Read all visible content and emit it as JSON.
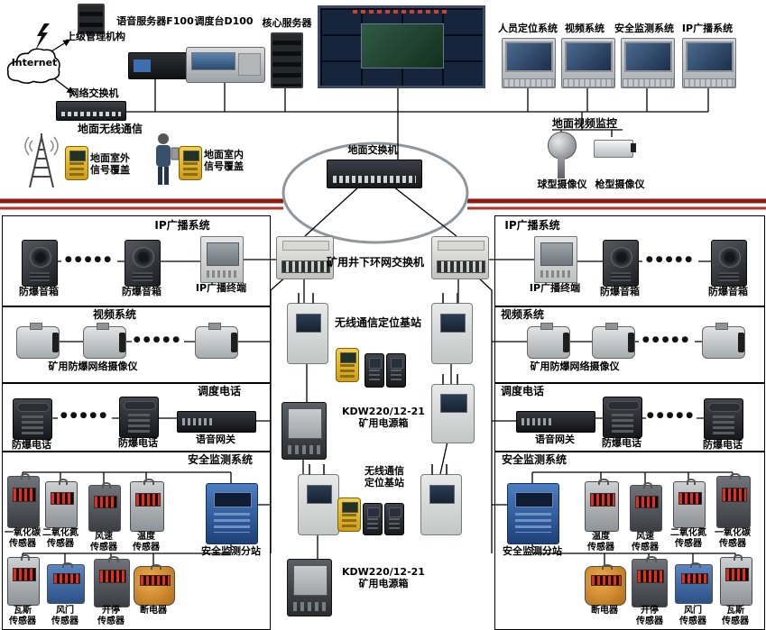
{
  "dots": "●●●●●",
  "top": {
    "internet_label": "Internet",
    "upper_mgmt": "上级管理机构",
    "network_switch": "网络交换机",
    "voice_server": "语音服务器F100",
    "dispatch_console": "调度台D100",
    "core_server": "核心服务器",
    "personnel_system": "人员定位系统",
    "video_system": "视频系统",
    "safety_system": "安全监测系统",
    "broadcast_system": "IP广播系统"
  },
  "ground": {
    "wireless_comm": "地面无线通信",
    "outdoor_coverage": "地面室外\n信号覆盖",
    "indoor_coverage": "地面室内\n信号覆盖",
    "ground_switch": "地面交换机",
    "video_surveillance": "地面视频监控",
    "dome_camera": "球型摄像仪",
    "bullet_camera": "枪型摄像仪"
  },
  "ring_switch_label": "矿用井下环网交换机",
  "center": {
    "base_station_label": "无线通信定位基站",
    "base_station_label2": "无线通信\n定位基站",
    "power_box_label": "KDW220/12-21\n矿用电源箱"
  },
  "left": {
    "broadcast": {
      "title": "IP广播系统",
      "speaker1": "防爆音箱",
      "speaker2": "防爆音箱",
      "terminal": "IP广播终端"
    },
    "video": {
      "title": "视频系统",
      "camera_label": "矿用防爆网络摄像仪"
    },
    "telephone": {
      "title": "调度电话",
      "phone1": "防爆电话",
      "phone2": "防爆电话",
      "gateway": "语音网关"
    },
    "safety": {
      "title": "安全监测系统",
      "substation": "安全监测分站",
      "sensor_co": "一氧化碳\n传感器",
      "sensor_no2": "二氧化氮\n传感器",
      "sensor_wind": "风速\n传感器",
      "sensor_temp": "温度\n传感器",
      "sensor_gas": "瓦斯\n传感器",
      "sensor_door": "风门\n传感器",
      "sensor_switch": "开停\n传感器",
      "breaker": "断电器"
    }
  },
  "right": {
    "broadcast": {
      "title": "IP广播系统",
      "speaker1": "防爆音箱",
      "speaker2": "防爆音箱",
      "terminal": "IP广播终端"
    },
    "video": {
      "title": "视频系统",
      "camera_label": "矿用防爆网络摄像仪"
    },
    "telephone": {
      "title": "调度电话",
      "phone1": "防爆电话",
      "phone2": "防爆电话",
      "gateway": "语音网关"
    },
    "safety": {
      "title": "安全监测系统",
      "substation": "安全监测分站",
      "sensor_temp": "温度\n传感器",
      "sensor_wind": "风速\n传感器",
      "sensor_no2": "二氧化氮\n传感器",
      "sensor_co": "一氧化碳\n传感器",
      "breaker": "断电器",
      "sensor_switch": "开停\n传感器",
      "sensor_door": "风门\n传感器",
      "sensor_gas": "瓦斯\n传感器"
    }
  }
}
